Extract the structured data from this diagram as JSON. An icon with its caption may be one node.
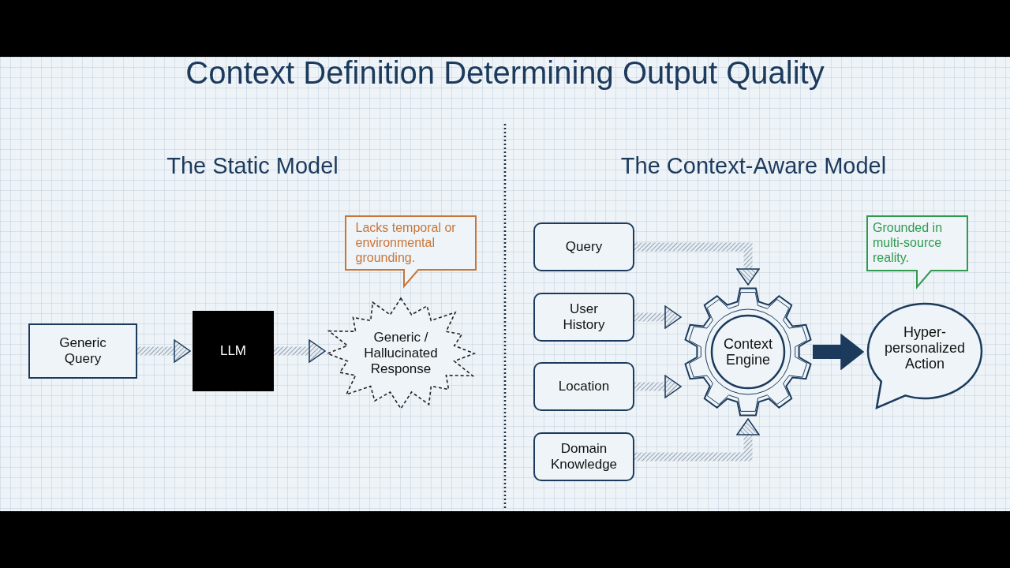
{
  "diagram": {
    "title": "Context Definition Determining Output Quality",
    "nodes": [
      {
        "text": [
          "Generic Query"
        ]
      },
      {
        "text": [
          "LLM"
        ]
      },
      {
        "text": [
          "Generic / Hallucinated Response"
        ]
      },
      {
        "text": [
          "Lacks temporal or environmental grounding."
        ]
      },
      {
        "text": [
          "Query"
        ]
      },
      {
        "text": [
          "User History"
        ]
      },
      {
        "text": [
          "Location"
        ]
      },
      {
        "text": [
          "Domain Knowledge"
        ]
      },
      {
        "text": [
          "Context Engine"
        ]
      },
      {
        "text": [
          "Hyper-personalized Action"
        ]
      },
      {
        "text": [
          "Grounded in multi-source reality."
        ]
      }
    ],
    "edges": [
      {
        "from": 0,
        "to": 1,
        "arrow": "to"
      },
      {
        "from": 1,
        "to": 2,
        "arrow": "to"
      },
      {
        "from": 4,
        "to": 8,
        "arrow": "to"
      },
      {
        "from": 5,
        "to": 8,
        "arrow": "to"
      },
      {
        "from": 6,
        "to": 8,
        "arrow": "to"
      },
      {
        "from": 7,
        "to": 8,
        "arrow": "to"
      },
      {
        "from": 8,
        "to": 9,
        "arrow": "to",
        "color": "#1b3a5c"
      }
    ],
    "labels": [
      "The Static Model",
      "The Context-Aware Model"
    ]
  }
}
